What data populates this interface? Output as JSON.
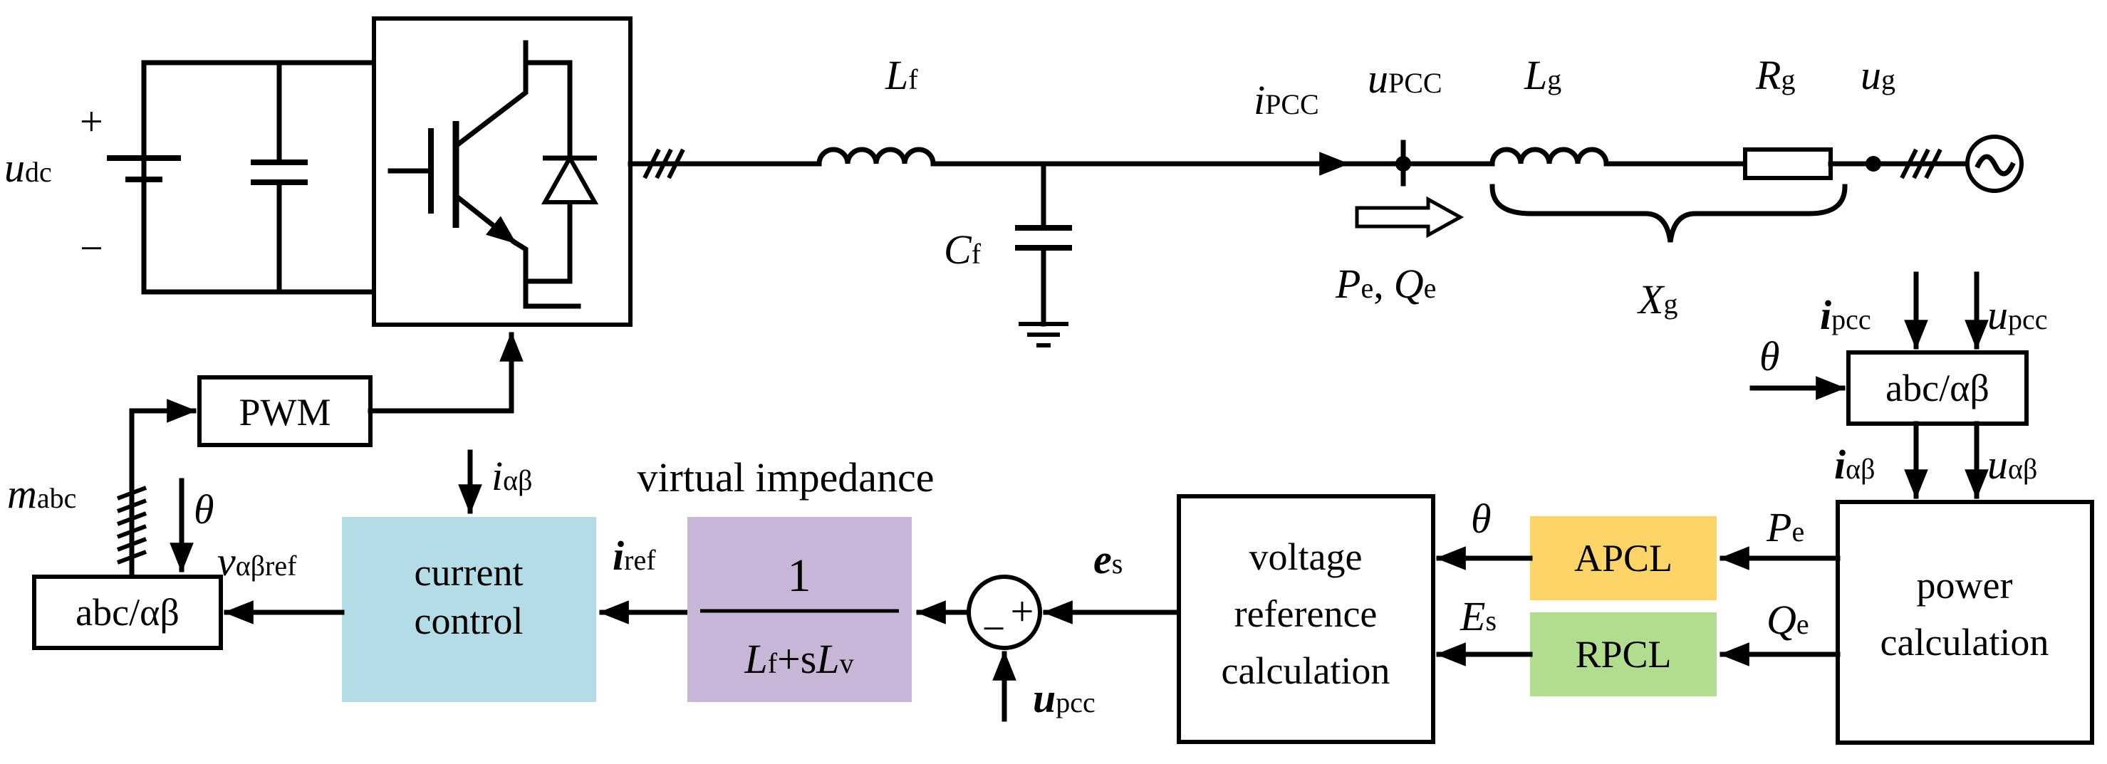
{
  "circuit": {
    "dc_source": {
      "sym": "u",
      "sub": "dc",
      "plus": "+",
      "minus": "−"
    },
    "filter_inductor": {
      "sym": "L",
      "sub": "f"
    },
    "filter_capacitor": {
      "sym": "C",
      "sub": "f"
    },
    "pcc_current": {
      "sym": "i",
      "sub": "PCC"
    },
    "pcc_voltage": {
      "sym": "u",
      "sub": "PCC"
    },
    "grid_inductor": {
      "sym": "L",
      "sub": "g"
    },
    "grid_resistor": {
      "sym": "R",
      "sub": "g"
    },
    "grid_voltage": {
      "sym": "u",
      "sub": "g"
    },
    "grid_reactance": {
      "sym": "X",
      "sub": "g"
    },
    "power_flow": {
      "p_sym": "P",
      "p_sub": "e",
      "sep": ",",
      "q_sym": "Q",
      "q_sub": "e"
    }
  },
  "control": {
    "pwm_block": "PWM",
    "modulation_signal": {
      "sym": "m",
      "sub": "abc"
    },
    "theta": "θ",
    "v_ref": {
      "sym": "v",
      "sub": "αβref"
    },
    "inverse_transform_block": "abc/αβ",
    "current_control_block": {
      "line1": "current",
      "line2": "control"
    },
    "i_alphabeta": {
      "sym": "i",
      "sub": "αβ"
    },
    "i_ref": {
      "sym": "i",
      "sub": "ref"
    },
    "virtual_impedance": {
      "title": "virtual impedance",
      "numerator": "1",
      "den_L1": "L",
      "den_sub1": "f",
      "den_mid": "+s",
      "den_L2": "L",
      "den_sub2": "v"
    },
    "summing_signs": {
      "minus": "−",
      "plus": "+"
    },
    "e_s": {
      "sym": "e",
      "sub": "s"
    },
    "u_pcc_fb": {
      "sym": "u",
      "sub": "pcc"
    },
    "voltage_ref_block": {
      "line1": "voltage",
      "line2": "reference",
      "line3": "calculation"
    },
    "apcl_block": "APCL",
    "rpcl_block": "RPCL",
    "E_s": {
      "sym": "E",
      "sub": "s"
    },
    "P_e": {
      "sym": "P",
      "sub": "e"
    },
    "Q_e": {
      "sym": "Q",
      "sub": "e"
    },
    "power_calc_block": {
      "line1": "power",
      "line2": "calculation"
    },
    "measure_transform_block": "abc/αβ",
    "i_pcc_meas": {
      "sym": "i",
      "sub": "pcc"
    },
    "u_pcc_meas": {
      "sym": "u",
      "sub": "pcc"
    },
    "u_alphabeta": {
      "sym": "u",
      "sub": "αβ"
    }
  },
  "colors": {
    "virtual_impedance": "#c7b6d6",
    "current_control": "#b4dce6",
    "apcl": "#fdd468",
    "rpcl": "#b2dc8e"
  }
}
